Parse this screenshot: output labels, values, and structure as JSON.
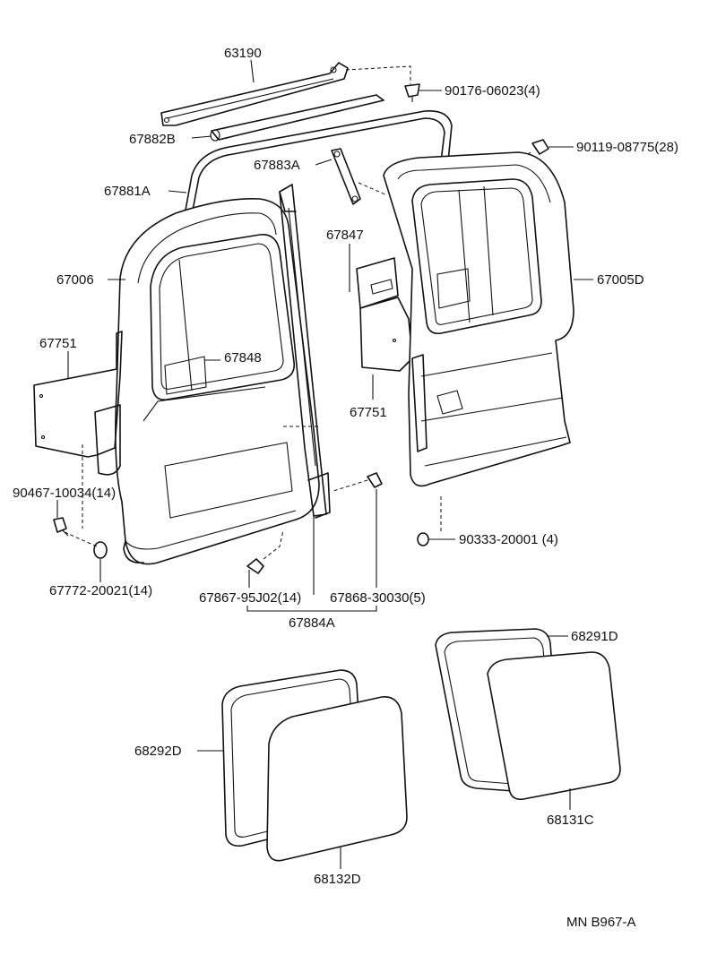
{
  "diagram": {
    "labels": {
      "p63190": "63190",
      "p90176": "90176-06023(4)",
      "p67882B": "67882B",
      "p90119": "90119-08775(28)",
      "p67883A": "67883A",
      "p67881A": "67881A",
      "p67847": "67847",
      "p67006": "67006",
      "p67005D": "67005D",
      "p67751_left": "67751",
      "p67848": "67848",
      "p67751_right": "67751",
      "p90467": "90467-10034(14)",
      "p90333": "90333-20001 (4)",
      "p67772": "67772-20021(14)",
      "p67867": "67867-95J02(14)",
      "p67868": "67868-30030(5)",
      "p67884A": "67884A",
      "p68291D": "68291D",
      "p68292D": "68292D",
      "p68131C": "68131C",
      "p68132D": "68132D",
      "ref_code": "MN  B967-A"
    }
  }
}
